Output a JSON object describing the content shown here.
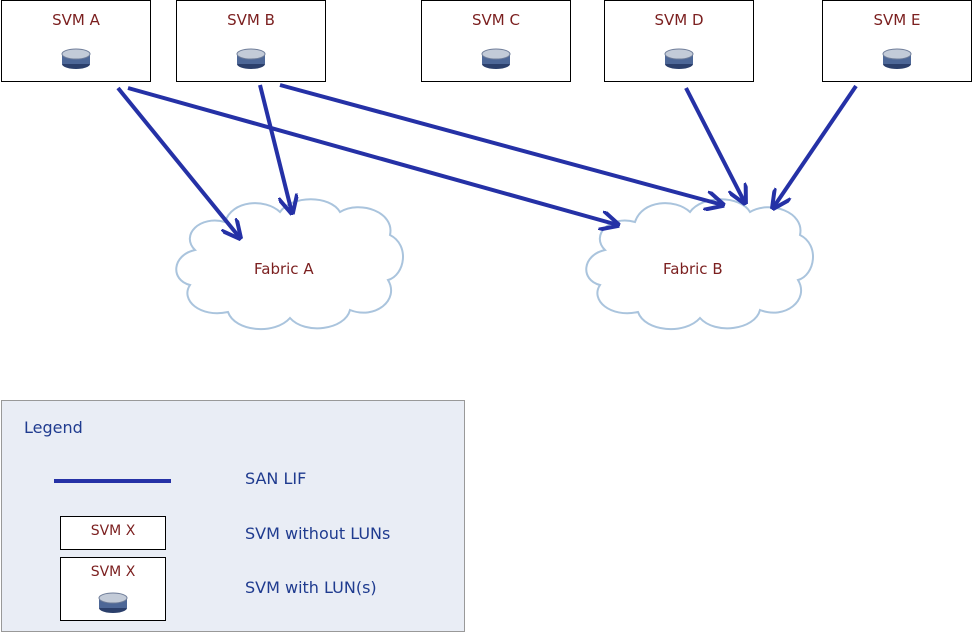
{
  "svms": [
    {
      "label": "SVM A"
    },
    {
      "label": "SVM B"
    },
    {
      "label": "SVM C"
    },
    {
      "label": "SVM D"
    },
    {
      "label": "SVM E"
    }
  ],
  "fabrics": [
    {
      "label": "Fabric A"
    },
    {
      "label": "Fabric B"
    }
  ],
  "connections": [
    {
      "from": "SVM A",
      "to": "Fabric A"
    },
    {
      "from": "SVM A",
      "to": "Fabric B"
    },
    {
      "from": "SVM B",
      "to": "Fabric A"
    },
    {
      "from": "SVM B",
      "to": "Fabric B"
    },
    {
      "from": "SVM D",
      "to": "Fabric B"
    },
    {
      "from": "SVM E",
      "to": "Fabric B"
    }
  ],
  "legend": {
    "title": "Legend",
    "san_lif": "SAN LIF",
    "svm_without_luns": "SVM without LUNs",
    "svm_with_luns": "SVM with LUN(s)",
    "example_label": "SVM X"
  },
  "colors": {
    "arrow": "#2531a6",
    "svm_text": "#7b1f1f",
    "legend_text": "#1f3b8f",
    "legend_bg": "#e9edf5",
    "cloud_stroke": "#aac4dd"
  }
}
